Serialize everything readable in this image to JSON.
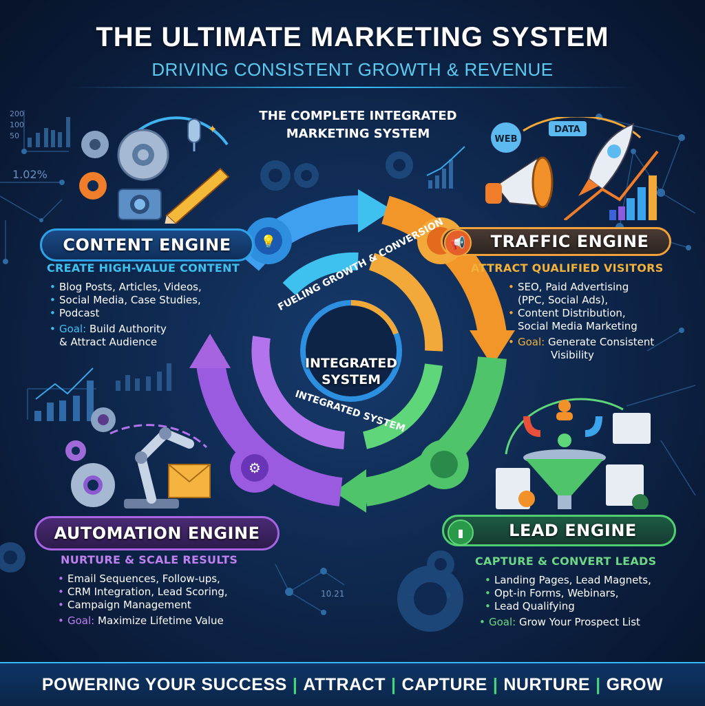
{
  "header": {
    "title": "THE ULTIMATE MARKETING SYSTEM",
    "subtitle": "DRIVING CONSISTENT GROWTH & REVENUE"
  },
  "center": {
    "heading_line1": "THE COMPLETE INTEGRATED",
    "heading_line2": "MARKETING SYSTEM",
    "arc_text_top": "FUELING GROWTH & CONVERSION",
    "arc_text_bottom": "INTEGRATED SYSTEM",
    "core_line1": "INTEGRATED",
    "core_line2": "SYSTEM"
  },
  "decor": {
    "chart_ticks": [
      "200",
      "100",
      "50"
    ],
    "percent_label": "1.02%",
    "number_label": "10.21",
    "web_bubble": "WEB",
    "data_tag": "DATA"
  },
  "engines": [
    {
      "id": "content",
      "title": "CONTENT ENGINE",
      "tagline": "CREATE HIGH-VALUE CONTENT",
      "color": "#3fb4f0",
      "icon": "lightbulb-icon",
      "items": [
        "Blog Posts, Articles, Videos,",
        "Social Media, Case Studies,",
        "Podcast"
      ],
      "goal_label": "Goal:",
      "goal_text": "Build Authority",
      "goal_text2": "& Attract Audience"
    },
    {
      "id": "traffic",
      "title": "TRAFFIC ENGINE",
      "tagline": "ATTRACT QUALIFIED VISITORS",
      "color": "#f2a93a",
      "icon": "megaphone-icon",
      "items": [
        "SEO, Paid Advertising",
        "(PPC, Social Ads),",
        "Content Distribution,",
        "Social Media Marketing"
      ],
      "goal_label": "Goal:",
      "goal_text": "Generate Consistent",
      "goal_text2": "Visibility"
    },
    {
      "id": "automation",
      "title": "AUTOMATION ENGINE",
      "tagline": "NURTURE & SCALE RESULTS",
      "color": "#b273ec",
      "icon": "gear-icon",
      "items": [
        "Email Sequences, Follow-ups,",
        "CRM Integration, Lead Scoring,",
        "Campaign Management"
      ],
      "goal_label": "Goal:",
      "goal_text": "Maximize Lifetime Value"
    },
    {
      "id": "lead",
      "title": "LEAD ENGINE",
      "tagline": "CAPTURE & CONVERT LEADS",
      "color": "#5fd67a",
      "icon": "growth-chart-icon",
      "items": [
        "Landing Pages, Lead Magnets,",
        "Opt-in Forms, Webinars,",
        "Lead Qualifying"
      ],
      "goal_label": "Goal:",
      "goal_text": "Grow Your Prospect List"
    }
  ],
  "footer": {
    "segments": [
      "POWERING YOUR SUCCESS",
      "ATTRACT",
      "CAPTURE",
      "NURTURE",
      "GROW"
    ],
    "separator": "|"
  },
  "colors": {
    "background": "#0b1e3d",
    "blue": "#3fb4f0",
    "orange": "#f2a93a",
    "purple": "#b273ec",
    "green": "#5fd67a",
    "cyan_subtitle": "#5ccbf0"
  }
}
